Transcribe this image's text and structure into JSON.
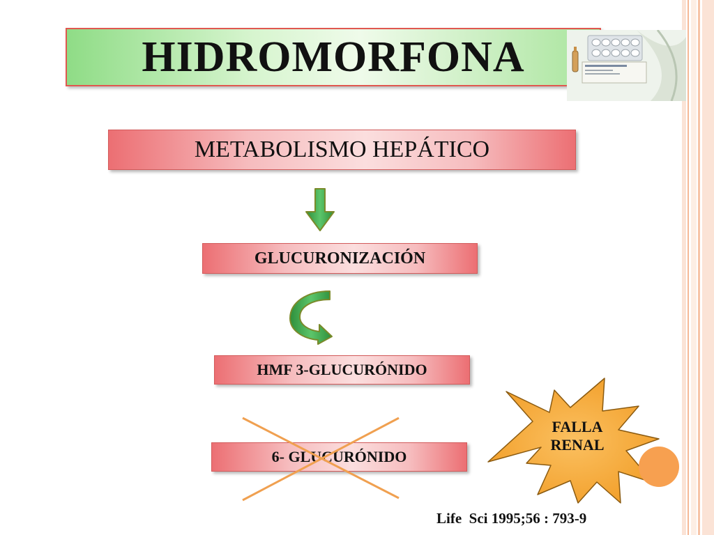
{
  "title": "HIDROMORFONA",
  "metabolism_label": "METABOLISMO HEPÁTICO",
  "process_label": "GLUCURONIZACIÓN",
  "metabolite_3_label": "HMF 3-GLUCURÓNIDO",
  "metabolite_6_label": "6- GLUCURÓNIDO",
  "warning": {
    "line1": "FALLA",
    "line2": "RENAL"
  },
  "citation": "Life  Sci 1995;56 : 793-9",
  "icons": {
    "arrow_down": "down-arrow-icon",
    "curved_arrow": "curved-arrow-icon",
    "cross": "cross-out-icon",
    "star": "starburst-icon",
    "product": "medication-package-image"
  },
  "colors": {
    "title_green": "#8fdc86",
    "box_pink": "#ec6f73",
    "arrow_green": "#3aa84a",
    "cross_orange": "#f0a050",
    "star_orange": "#f5a623",
    "circle_orange": "#f7a050"
  }
}
